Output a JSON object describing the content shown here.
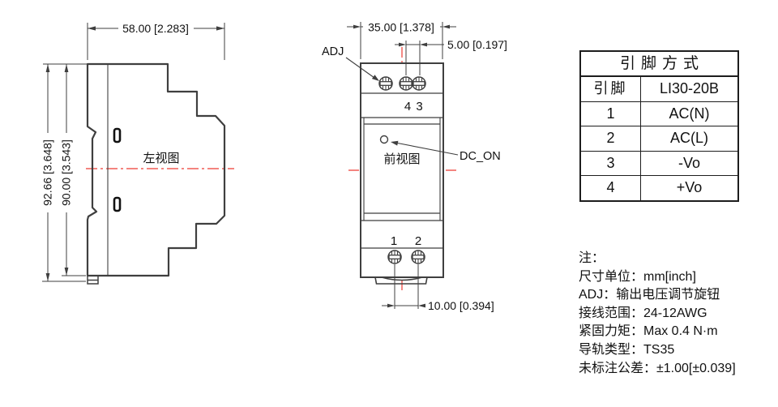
{
  "drawing": {
    "left_view": {
      "label": "左视图",
      "dim_width": "58.00 [2.283]",
      "dim_height_outer": "92.66 [3.648]",
      "dim_height_inner": "90.00 [3.543]"
    },
    "front_view": {
      "label": "前视图",
      "dim_width": "35.00 [1.378]",
      "dim_top_pitch": "5.00 [0.197]",
      "dim_bottom_pitch": "10.00 [0.394]",
      "adj_label": "ADJ",
      "dc_on_label": "DC_ON",
      "pin_top_left": "4",
      "pin_top_right": "3",
      "pin_bottom_left": "1",
      "pin_bottom_right": "2"
    }
  },
  "pin_table": {
    "title": "引脚方式",
    "col_pin": "引脚",
    "col_model": "LI30-20B",
    "rows": [
      {
        "pin": "1",
        "signal": "AC(N)"
      },
      {
        "pin": "2",
        "signal": "AC(L)"
      },
      {
        "pin": "3",
        "signal": "-Vo"
      },
      {
        "pin": "4",
        "signal": "+Vo"
      }
    ]
  },
  "notes": {
    "heading": "注：",
    "lines": [
      "尺寸单位：mm[inch]",
      "ADJ：输出电压调节旋钮",
      "接线范围：24-12AWG",
      "紧固力矩：Max 0.4 N·m",
      "导轨类型：TS35",
      "未标注公差：±1.00[±0.039]"
    ]
  },
  "colors": {
    "line": "#3f3f3f",
    "centerline": "#ee3b33",
    "text": "#111111",
    "background": "#ffffff"
  }
}
